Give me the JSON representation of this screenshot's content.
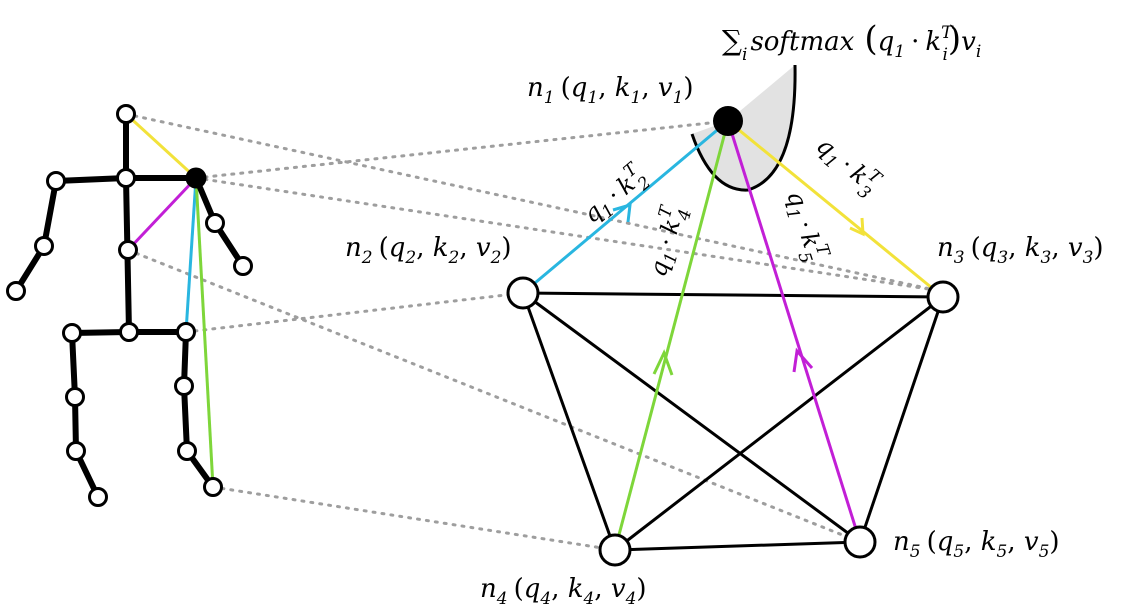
{
  "formula": {
    "sum": "∑",
    "sum_index": "i",
    "fn": "softmax",
    "q": "q",
    "q_sub": "1",
    "dot": "·",
    "k": "k",
    "k_sub": "i",
    "k_sup": "T",
    "v": "v",
    "v_sub": "i",
    "lparen": "(",
    "rparen": ")"
  },
  "nodes": [
    {
      "id": "n1",
      "name": "n",
      "sub": "1",
      "params": [
        {
          "s": "q",
          "i": "1"
        },
        {
          "s": "k",
          "i": "1"
        },
        {
          "s": "v",
          "i": "1"
        }
      ]
    },
    {
      "id": "n2",
      "name": "n",
      "sub": "2",
      "params": [
        {
          "s": "q",
          "i": "2"
        },
        {
          "s": "k",
          "i": "2"
        },
        {
          "s": "v",
          "i": "2"
        }
      ]
    },
    {
      "id": "n3",
      "name": "n",
      "sub": "3",
      "params": [
        {
          "s": "q",
          "i": "3"
        },
        {
          "s": "k",
          "i": "3"
        },
        {
          "s": "v",
          "i": "3"
        }
      ]
    },
    {
      "id": "n4",
      "name": "n",
      "sub": "4",
      "params": [
        {
          "s": "q",
          "i": "4"
        },
        {
          "s": "k",
          "i": "4"
        },
        {
          "s": "v",
          "i": "4"
        }
      ]
    },
    {
      "id": "n5",
      "name": "n",
      "sub": "5",
      "params": [
        {
          "s": "q",
          "i": "5"
        },
        {
          "s": "k",
          "i": "5"
        },
        {
          "s": "v",
          "i": "5"
        }
      ]
    }
  ],
  "edge_labels": [
    {
      "target": "n2",
      "q": "q",
      "q_sub": "1",
      "dot": "·",
      "k": "k",
      "k_sub": "2",
      "k_sup": "T",
      "color": "#29b6e0"
    },
    {
      "target": "n4",
      "q": "q",
      "q_sub": "1",
      "dot": "·",
      "k": "k",
      "k_sub": "4",
      "k_sup": "T",
      "color": "#7ed63a"
    },
    {
      "target": "n5",
      "q": "q",
      "q_sub": "1",
      "dot": "·",
      "k": "k",
      "k_sub": "5",
      "k_sup": "T",
      "color": "#c21fd6"
    },
    {
      "target": "n3",
      "q": "q",
      "q_sub": "1",
      "dot": "·",
      "k": "k",
      "k_sub": "3",
      "k_sup": "T",
      "color": "#f2e23a"
    }
  ],
  "colors": {
    "edge_n2": "#29b6e0",
    "edge_n3": "#f2e23a",
    "edge_n4": "#7ed63a",
    "edge_n5": "#c21fd6",
    "graph_edge": "#000000",
    "dotted_link": "#9e9e9e",
    "softmax_region": "#e2e2e2"
  }
}
